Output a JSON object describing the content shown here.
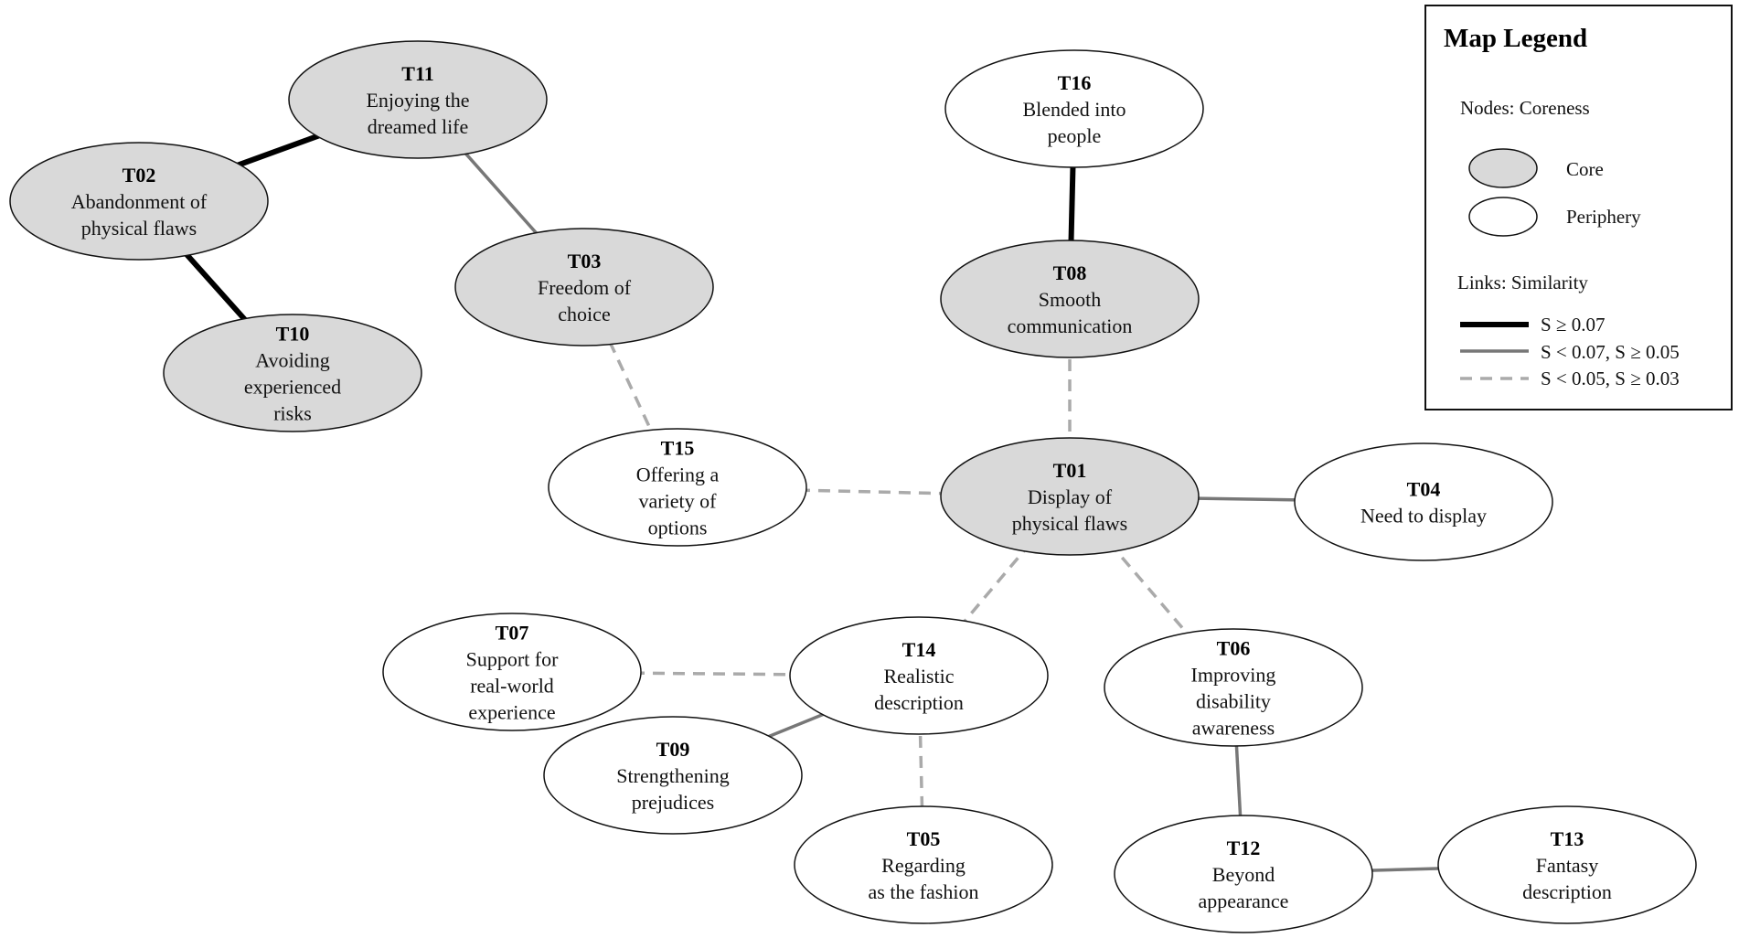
{
  "colors": {
    "core_fill": "#d9d9d9",
    "periphery_fill": "#ffffff",
    "node_stroke": "#111111",
    "link_strong": "#000000",
    "link_medium": "#777777",
    "link_weak": "#aaaaaa"
  },
  "nodes": [
    {
      "id": "T01",
      "lines": [
        "Display of",
        "physical flaws"
      ],
      "type": "core"
    },
    {
      "id": "T02",
      "lines": [
        "Abandonment of",
        "physical flaws"
      ],
      "type": "core"
    },
    {
      "id": "T03",
      "lines": [
        "Freedom of",
        "choice"
      ],
      "type": "core"
    },
    {
      "id": "T04",
      "lines": [
        "Need to display"
      ],
      "type": "periphery"
    },
    {
      "id": "T05",
      "lines": [
        "Regarding",
        "as the fashion"
      ],
      "type": "periphery"
    },
    {
      "id": "T06",
      "lines": [
        "Improving",
        "disability",
        "awareness"
      ],
      "type": "periphery"
    },
    {
      "id": "T07",
      "lines": [
        "Support for",
        "real-world",
        "experience"
      ],
      "type": "periphery"
    },
    {
      "id": "T08",
      "lines": [
        "Smooth",
        "communication"
      ],
      "type": "core"
    },
    {
      "id": "T09",
      "lines": [
        "Strengthening",
        "prejudices"
      ],
      "type": "periphery"
    },
    {
      "id": "T10",
      "lines": [
        "Avoiding",
        "experienced",
        "risks"
      ],
      "type": "core"
    },
    {
      "id": "T11",
      "lines": [
        "Enjoying the",
        "dreamed life"
      ],
      "type": "core"
    },
    {
      "id": "T12",
      "lines": [
        "Beyond",
        "appearance"
      ],
      "type": "periphery"
    },
    {
      "id": "T13",
      "lines": [
        "Fantasy",
        "description"
      ],
      "type": "periphery"
    },
    {
      "id": "T14",
      "lines": [
        "Realistic",
        "description"
      ],
      "type": "periphery"
    },
    {
      "id": "T15",
      "lines": [
        "Offering a",
        "variety of",
        "options"
      ],
      "type": "periphery"
    },
    {
      "id": "T16",
      "lines": [
        "Blended into",
        "people"
      ],
      "type": "periphery"
    }
  ],
  "links": [
    {
      "source": "T02",
      "target": "T11",
      "strength": "strong"
    },
    {
      "source": "T02",
      "target": "T10",
      "strength": "strong"
    },
    {
      "source": "T16",
      "target": "T08",
      "strength": "strong"
    },
    {
      "source": "T11",
      "target": "T03",
      "strength": "medium"
    },
    {
      "source": "T01",
      "target": "T04",
      "strength": "medium"
    },
    {
      "source": "T14",
      "target": "T09",
      "strength": "medium"
    },
    {
      "source": "T06",
      "target": "T12",
      "strength": "medium"
    },
    {
      "source": "T12",
      "target": "T13",
      "strength": "medium"
    },
    {
      "source": "T03",
      "target": "T15",
      "strength": "weak"
    },
    {
      "source": "T08",
      "target": "T01",
      "strength": "weak"
    },
    {
      "source": "T15",
      "target": "T01",
      "strength": "weak"
    },
    {
      "source": "T01",
      "target": "T14",
      "strength": "weak"
    },
    {
      "source": "T01",
      "target": "T06",
      "strength": "weak"
    },
    {
      "source": "T07",
      "target": "T14",
      "strength": "weak"
    },
    {
      "source": "T14",
      "target": "T05",
      "strength": "weak"
    }
  ],
  "legend": {
    "title": "Map Legend",
    "nodes_heading": "Nodes: Coreness",
    "core_label": "Core",
    "periphery_label": "Periphery",
    "links_heading": "Links: Similarity",
    "strong_label": "S ≥ 0.07",
    "medium_label": "S < 0.07,  S ≥ 0.05",
    "weak_label": "S < 0.05,  S ≥ 0.03"
  }
}
